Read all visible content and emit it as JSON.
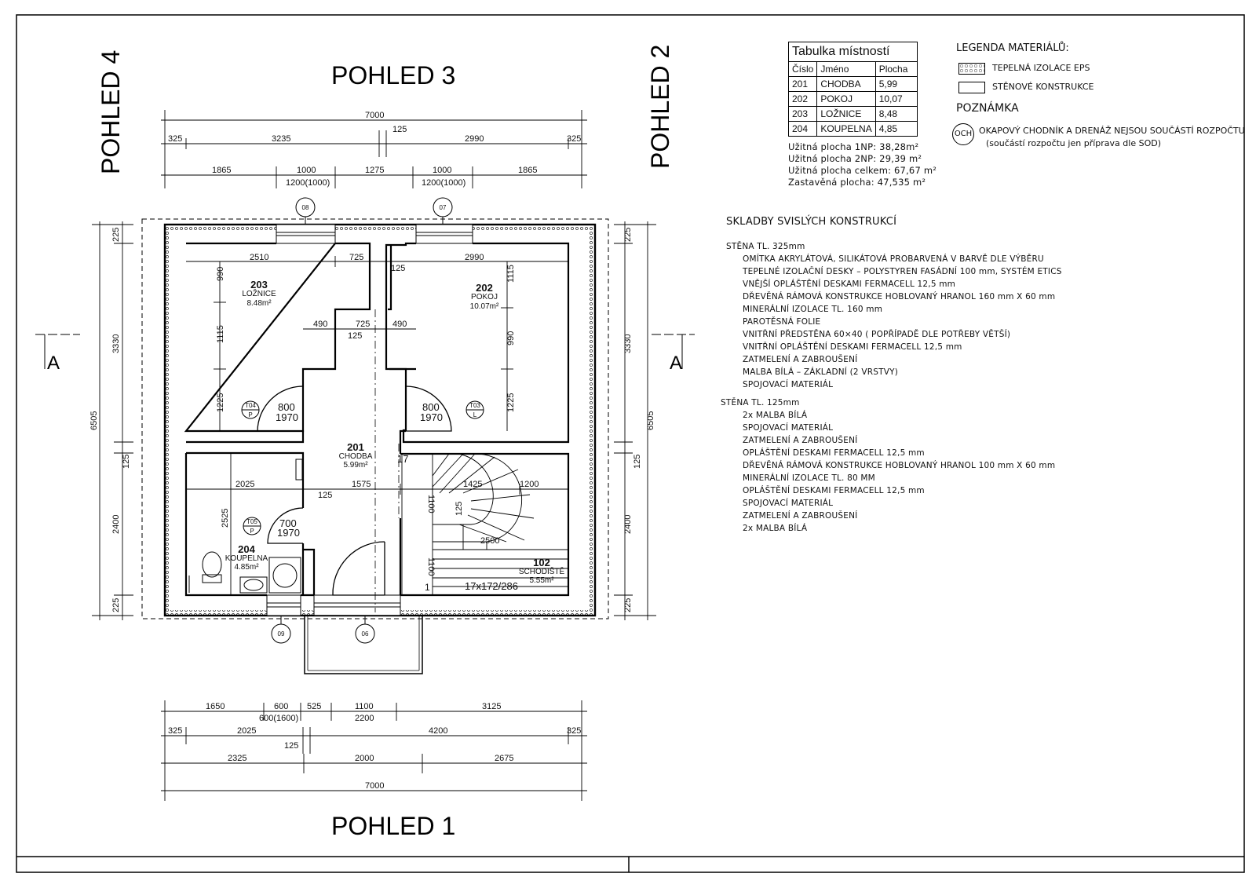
{
  "views": {
    "v1": "POHLED 1",
    "v2": "POHLED 2",
    "v3": "POHLED 3",
    "v4": "POHLED 4"
  },
  "section": "A",
  "table": {
    "title": "Tabulka místností",
    "headers": [
      "Číslo",
      "Jméno",
      "Plocha"
    ],
    "rows": [
      [
        "201",
        "CHODBA",
        "5,99"
      ],
      [
        "202",
        "POKOJ",
        "10,07"
      ],
      [
        "203",
        "LOŽNICE",
        "8,48"
      ],
      [
        "204",
        "KOUPELNA",
        "4,85"
      ]
    ]
  },
  "areas": [
    "Užitná plocha 1NP: 38,28m²",
    "Užitná plocha 2NP: 29,39 m²",
    "Užitná plocha celkem: 67,67 m²",
    "Zastavěná plocha: 47,535 m²"
  ],
  "legend": {
    "title": "LEGENDA MATERIÁLŮ:",
    "eps": "TEPELNÁ IZOLACE EPS",
    "walls": "STĚNOVÉ KONSTRUKCE"
  },
  "note": {
    "title": "POZNÁMKA",
    "badge": "OCH",
    "line1": "OKAPOVÝ CHODNÍK A DRENÁŽ NEJSOU SOUČÁSTÍ ROZPOČTU",
    "line2": "(součástí rozpočtu jen příprava dle SOD)"
  },
  "skladby": {
    "title": "SKLADBY SVISLÝCH KONSTRUKCÍ",
    "wall1": {
      "title": "STĚNA TL. 325mm",
      "layers": [
        "OMÍTKA AKRYLÁTOVÁ, SILIKÁTOVÁ PROBARVENÁ V BARVĚ DLE VÝBĚRU",
        "TEPELNÉ IZOLAČNÍ DESKY – POLYSTYREN FASÁDNÍ 100 mm, SYSTÉM ETICS",
        "VNĚJŠÍ OPLÁŠTĚNÍ DESKAMI FERMACELL 12,5 mm",
        "DŘEVĚNÁ RÁMOVÁ KONSTRUKCE HOBLOVANÝ HRANOL 160 mm X 60 mm",
        "MINERÁLNÍ IZOLACE TL. 160 mm",
        "PAROTĚSNÁ FOLIE",
        "VNITŘNÍ PŘEDSTĚNA 60×40 ( POPŘÍPADĚ DLE POTŘEBY VĚTŠÍ)",
        "VNITŘNÍ OPLÁŠTĚNÍ DESKAMI FERMACELL 12,5 mm",
        "ZATMELENÍ A ZABROUŠENÍ",
        "MALBA BÍLÁ – ZÁKLADNÍ (2 VRSTVY)",
        "SPOJOVACÍ MATERIÁL"
      ]
    },
    "wall2": {
      "title": "STĚNA TL. 125mm",
      "layers": [
        "2x MALBA BÍLÁ",
        "SPOJOVACÍ MATERIÁL",
        "ZATMELENÍ A ZABROUŠENÍ",
        "OPLÁŠTĚNÍ DESKAMI FERMACELL 12,5 mm",
        "DŘEVĚNÁ RÁMOVÁ KONSTRUKCE HOBLOVANÝ HRANOL 100 mm X 60 mm",
        "MINERÁLNÍ IZOLACE TL. 80 MM",
        "OPLÁŠTĚNÍ DESKAMI FERMACELL 12,5 mm",
        "SPOJOVACÍ MATERIÁL",
        "ZATMELENÍ A ZABROUŠENÍ",
        "2x MALBA BÍLÁ"
      ]
    }
  },
  "rooms": {
    "r203": {
      "num": "203",
      "name": "LOŽNICE",
      "area": "8.48m²"
    },
    "r202": {
      "num": "202",
      "name": "POKOJ",
      "area": "10.07m²"
    },
    "r201": {
      "num": "201",
      "name": "CHODBA",
      "area": "5.99m²"
    },
    "r204": {
      "num": "204",
      "name": "KOUPELNA",
      "area": "4.85m²"
    },
    "r102": {
      "num": "102",
      "name": "SCHODIŠTĚ",
      "area": "5.55m²"
    }
  },
  "doors": {
    "d1": {
      "tag": "T04",
      "side": "P",
      "w": "800",
      "h": "1970"
    },
    "d2": {
      "tag": "T03",
      "side": "L",
      "w": "800",
      "h": "1970"
    },
    "d3": {
      "tag": "T05",
      "side": "P",
      "w": "700",
      "h": "1970"
    }
  },
  "windows": [
    "08",
    "07",
    "09",
    "06"
  ],
  "stairs": {
    "steps": "17x172/286",
    "n17": "17",
    "n1": "1",
    "w2500": "2500",
    "w1100a": "1100",
    "w1100b": "1100"
  },
  "dims": {
    "top1": "7000",
    "top2": [
      "325",
      "3235",
      "125",
      "2990",
      "325"
    ],
    "top3": [
      "1865",
      "1000",
      "1275",
      "1000",
      "1865"
    ],
    "top3sub": [
      "1200(1000)",
      "1200(1000)"
    ],
    "bot1": [
      "1650",
      "600",
      "525",
      "1100",
      "3125"
    ],
    "bot1sub": [
      "600(1600)",
      "2200"
    ],
    "bot2": [
      "325",
      "2025",
      "4200",
      "325"
    ],
    "bot2sub": "125",
    "bot3": [
      "2325",
      "2000",
      "2675"
    ],
    "bot4": "7000",
    "left1": "6505",
    "left2": [
      "225",
      "3330",
      "125",
      "2400",
      "225"
    ],
    "right1": "6505",
    "right2": [
      "225",
      "3330",
      "125",
      "2400",
      "225"
    ],
    "in": {
      "a2510": "2510",
      "a725": "725",
      "a125a": "125",
      "a2990": "2990",
      "a990": "990",
      "a1115": "1115",
      "a1225": "1225",
      "b1115": "1115",
      "b990": "990",
      "b1225": "1225",
      "c490a": "490",
      "c725": "725",
      "c490b": "490",
      "c125": "125",
      "d2025": "2025",
      "d125": "125",
      "d1575": "1575",
      "d1425": "1425",
      "d1200": "1200",
      "d2525": "2525",
      "d125s": "125"
    }
  }
}
